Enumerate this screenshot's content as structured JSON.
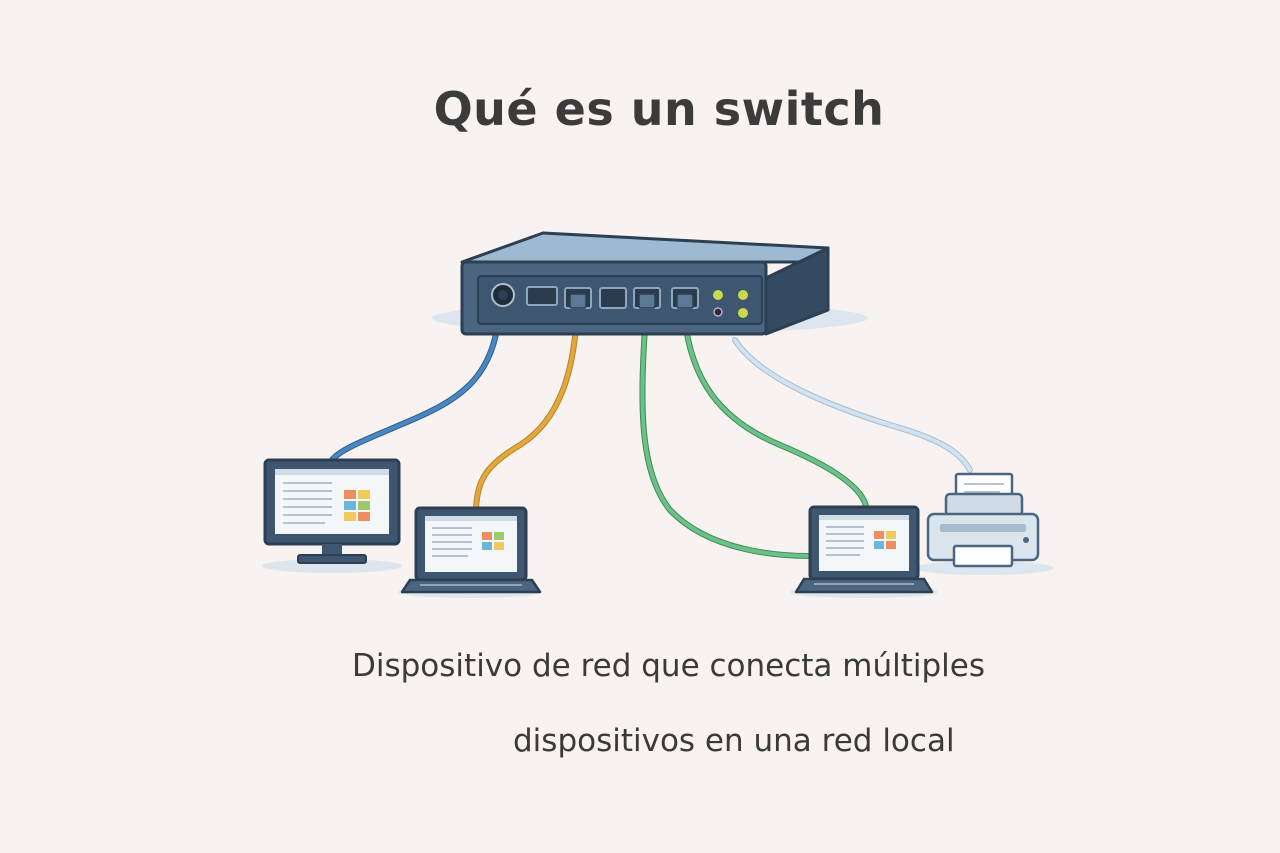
{
  "title": "Qué es un switch",
  "caption": {
    "line1": "Dispositivo de red que conecta múltiples",
    "line2": "dispositivos en una red local"
  },
  "colors": {
    "background": "#f8f3f0",
    "device_body": "#3e5670",
    "device_top": "#9eb9d2",
    "cable_blue": "#4a86c2",
    "cable_orange": "#e3a83a",
    "cable_green": "#5db57a",
    "cable_light": "#bfd3e3",
    "led": "#c8d94a",
    "text": "#3a3a3a"
  },
  "devices": [
    {
      "id": "desktop",
      "icon": "desktop-monitor-icon"
    },
    {
      "id": "laptop-left",
      "icon": "laptop-icon"
    },
    {
      "id": "laptop-right",
      "icon": "laptop-icon"
    },
    {
      "id": "printer",
      "icon": "printer-icon"
    }
  ]
}
